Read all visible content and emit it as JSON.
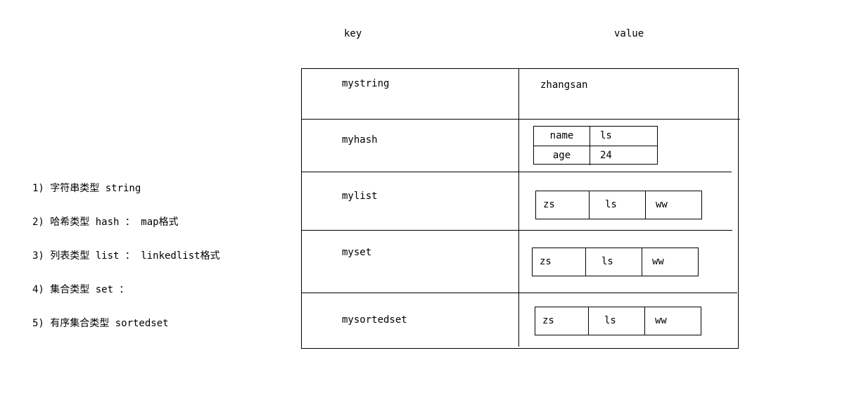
{
  "types": [
    "1) 字符串类型 string",
    "2) 哈希类型 hash ： map格式",
    "3) 列表类型 list ： linkedlist格式",
    "4) 集合类型 set ：",
    "5) 有序集合类型 sortedset"
  ],
  "headers": {
    "key": "key",
    "value": "value"
  },
  "rows": {
    "string": {
      "key": "mystring",
      "value": "zhangsan"
    },
    "hash": {
      "key": "myhash",
      "entries": [
        {
          "field": "name",
          "value": "ls"
        },
        {
          "field": "age",
          "value": "24"
        }
      ]
    },
    "list": {
      "key": "mylist",
      "items": [
        "zs",
        "ls",
        "ww"
      ]
    },
    "set": {
      "key": "myset",
      "items": [
        "zs",
        "ls",
        "ww"
      ]
    },
    "sortedset": {
      "key": "mysortedset",
      "items": [
        "zs",
        "ls",
        "ww"
      ]
    }
  }
}
